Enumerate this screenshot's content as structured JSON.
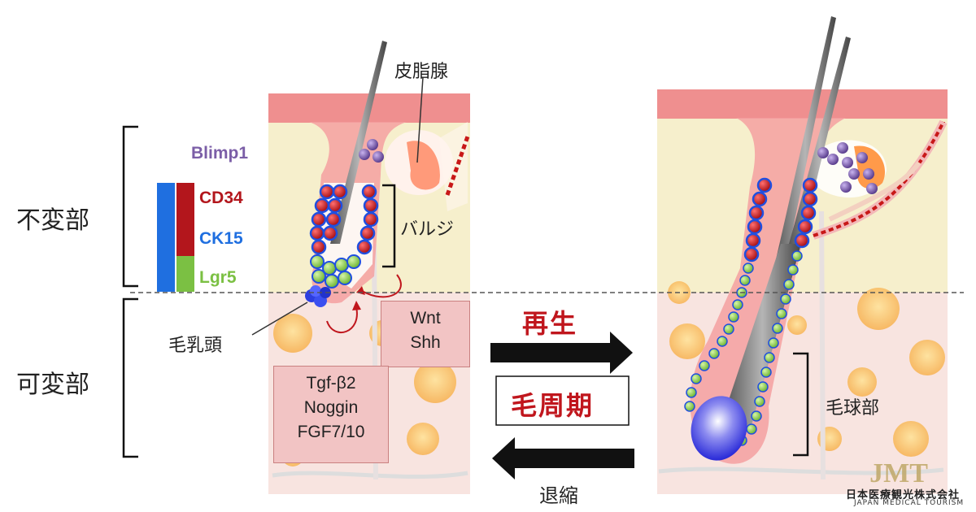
{
  "zones": {
    "stable": "不変部",
    "variable": "可変部"
  },
  "markers": {
    "blimp1": "Blimp1",
    "cd34": "CD34",
    "ck15": "CK15",
    "lgr5": "Lgr5"
  },
  "annotations": {
    "sebaceous": "皮脂腺",
    "bulge": "バルジ",
    "papilla": "毛乳頭",
    "hair_bulb": "毛球部"
  },
  "signals": {
    "wnt": "Wnt",
    "shh": "Shh",
    "tgf": "Tgf-β2",
    "noggin": "Noggin",
    "fgf": "FGF7/10"
  },
  "cycle": {
    "regeneration": "再生",
    "hair_cycle": "毛周期",
    "regression": "退縮"
  },
  "logo": {
    "mark": "JMT",
    "name_jp": "日本医療観光株式会社",
    "name_en": "JAPAN MEDICAL TOURISM"
  },
  "colors": {
    "blimp1": "#7b5ea7",
    "cd34": "#b3161c",
    "ck15": "#1f6fe0",
    "lgr5": "#7bc043",
    "accent_red": "#c0161d",
    "skin_pink": "#f08a8a",
    "dermis": "#f3e8c8"
  }
}
